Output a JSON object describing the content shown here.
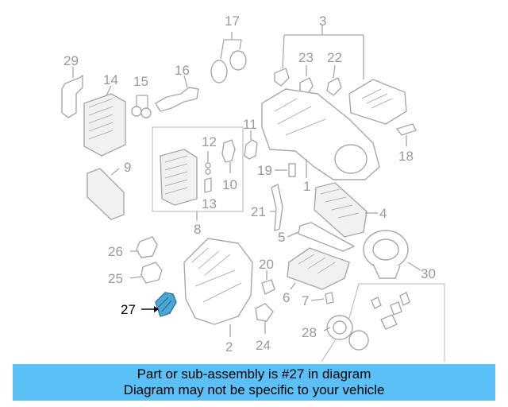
{
  "diagram": {
    "labels": [
      "17",
      "3",
      "29",
      "14",
      "15",
      "16",
      "23",
      "22",
      "11",
      "18",
      "12",
      "9",
      "19",
      "1",
      "10",
      "13",
      "21",
      "4",
      "8",
      "5",
      "26",
      "20",
      "30",
      "25",
      "27",
      "6",
      "7",
      "28",
      "24",
      "2"
    ],
    "highlighted_part": "27",
    "colors": {
      "highlight": "#4aa8d8",
      "banner": "#5bc0f5",
      "line_art": "#a8a8a8",
      "label": "#9a9a9a"
    }
  },
  "banner": {
    "line1": "Part or sub-assembly is #27 in diagram",
    "line2": "Diagram may not be specific to your vehicle"
  }
}
